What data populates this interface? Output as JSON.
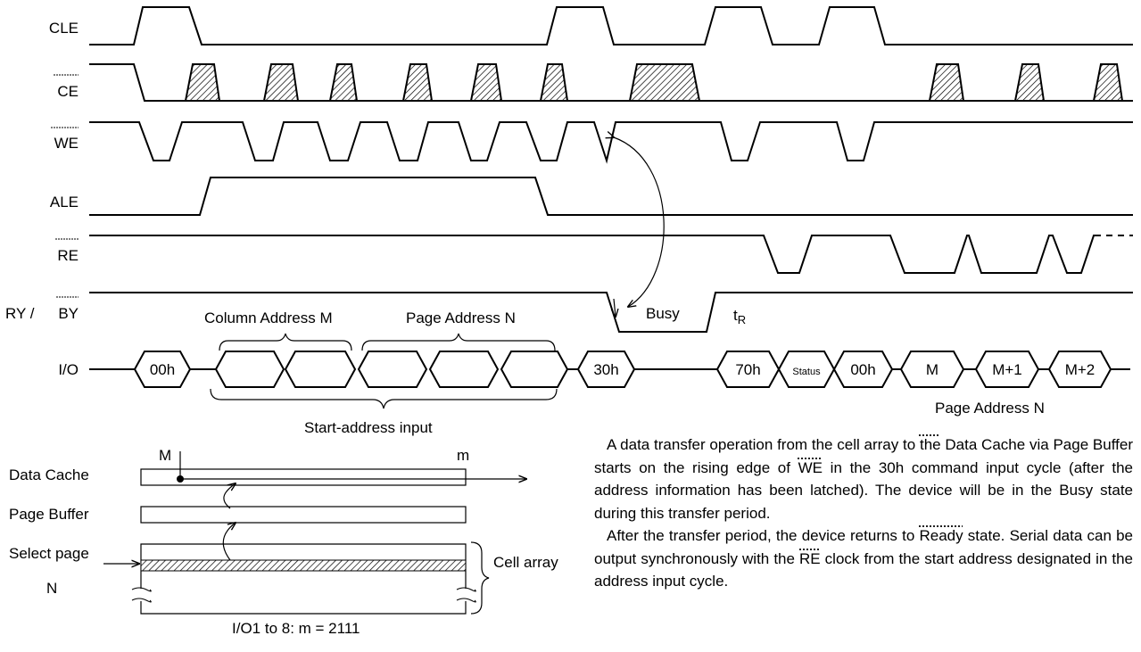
{
  "signals": {
    "cle": "CLE",
    "ce": "CE",
    "we": "WE",
    "ale": "ALE",
    "re": "RE",
    "ry_prefix": "RY / ",
    "by": "BY",
    "io": "I/O"
  },
  "busy": {
    "label": "Busy",
    "t": "t",
    "t_sub": "R"
  },
  "io_bus": {
    "cells": [
      "00h",
      "",
      "",
      "",
      "",
      "",
      "30h",
      "70h",
      "Status",
      "00h",
      "M",
      "M+1",
      "M+2"
    ]
  },
  "braces": {
    "column": "Column Address M",
    "page": "Page Address N",
    "start": "Start-address input",
    "page_out": "Page Address N"
  },
  "memory": {
    "data_cache": "Data Cache",
    "page_buffer": "Page Buffer",
    "select_page": "Select page",
    "select_page_n": "N",
    "cell_array": "Cell array",
    "m_upper": "M",
    "m_lower": "m",
    "caption": "I/O1 to 8: m = 2111"
  },
  "description": {
    "p1_a": "A data transfer operation from the cell array to ",
    "p1_the": "the",
    "p1_b": " Data Cache via Page Buffer starts on the rising edge of ",
    "p1_we": "WE",
    "p1_c": " in the 30h command input cycle (after the address information has been latched). The device will be in the Busy state during this transfer period.",
    "p2_a": "After the transfer period, the device returns to ",
    "p2_ready": "Ready",
    "p2_b": " state. Serial data can be output synchronously with the ",
    "p2_re": "RE",
    "p2_c": " clock from the start address designated in the address input cycle."
  }
}
